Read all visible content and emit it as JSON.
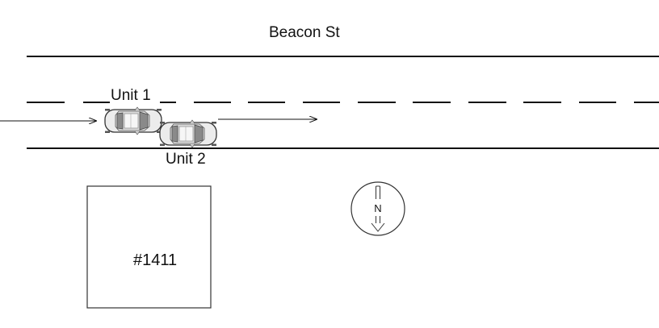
{
  "diagram": {
    "street_name": "Beacon St",
    "vehicles": [
      {
        "label": "Unit 1",
        "icon": "car-icon"
      },
      {
        "label": "Unit 2",
        "icon": "car-icon"
      }
    ],
    "building": {
      "label": "#1411"
    },
    "compass": {
      "label": "N",
      "icon": "north-arrow-icon"
    },
    "colors": {
      "line": "#111111",
      "car_body": "#e9e9e9",
      "car_glass": "#8a8a8a"
    }
  }
}
